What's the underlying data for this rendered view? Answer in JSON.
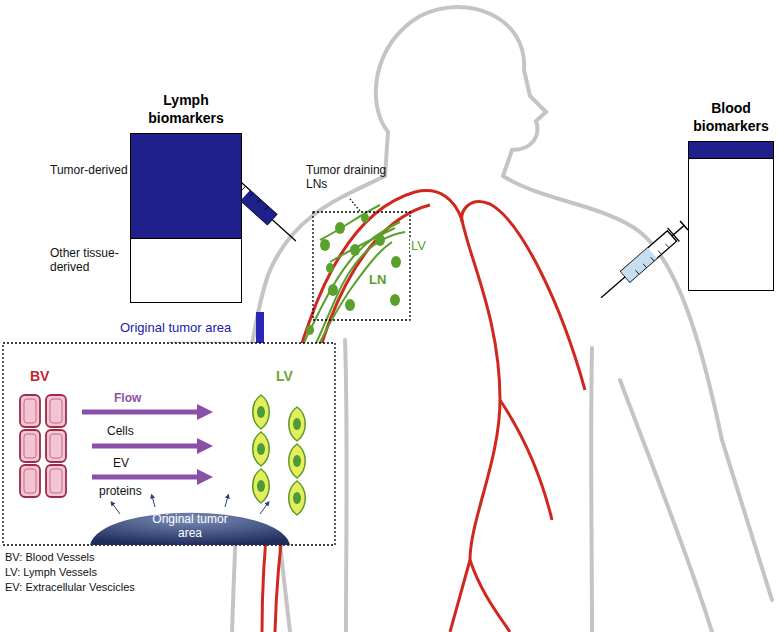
{
  "diagram": {
    "nodes": [
      {
        "text": [
          "Lymph biomarkers"
        ]
      },
      {
        "text": [
          "Blood biomarkers"
        ]
      },
      {
        "text": [
          "Original tumor area"
        ]
      }
    ],
    "labels": [
      "Tumor-derived",
      "Other tissue-derived",
      "Tumor draining LNs",
      "LV",
      "LN",
      "Original tumor area",
      "BV",
      "LV",
      "Flow",
      "Cells",
      "EV",
      "proteins",
      "BV: Blood Vessels",
      "LV: Lymph Vessels",
      "EV: Extracellular Vescicles"
    ]
  }
}
